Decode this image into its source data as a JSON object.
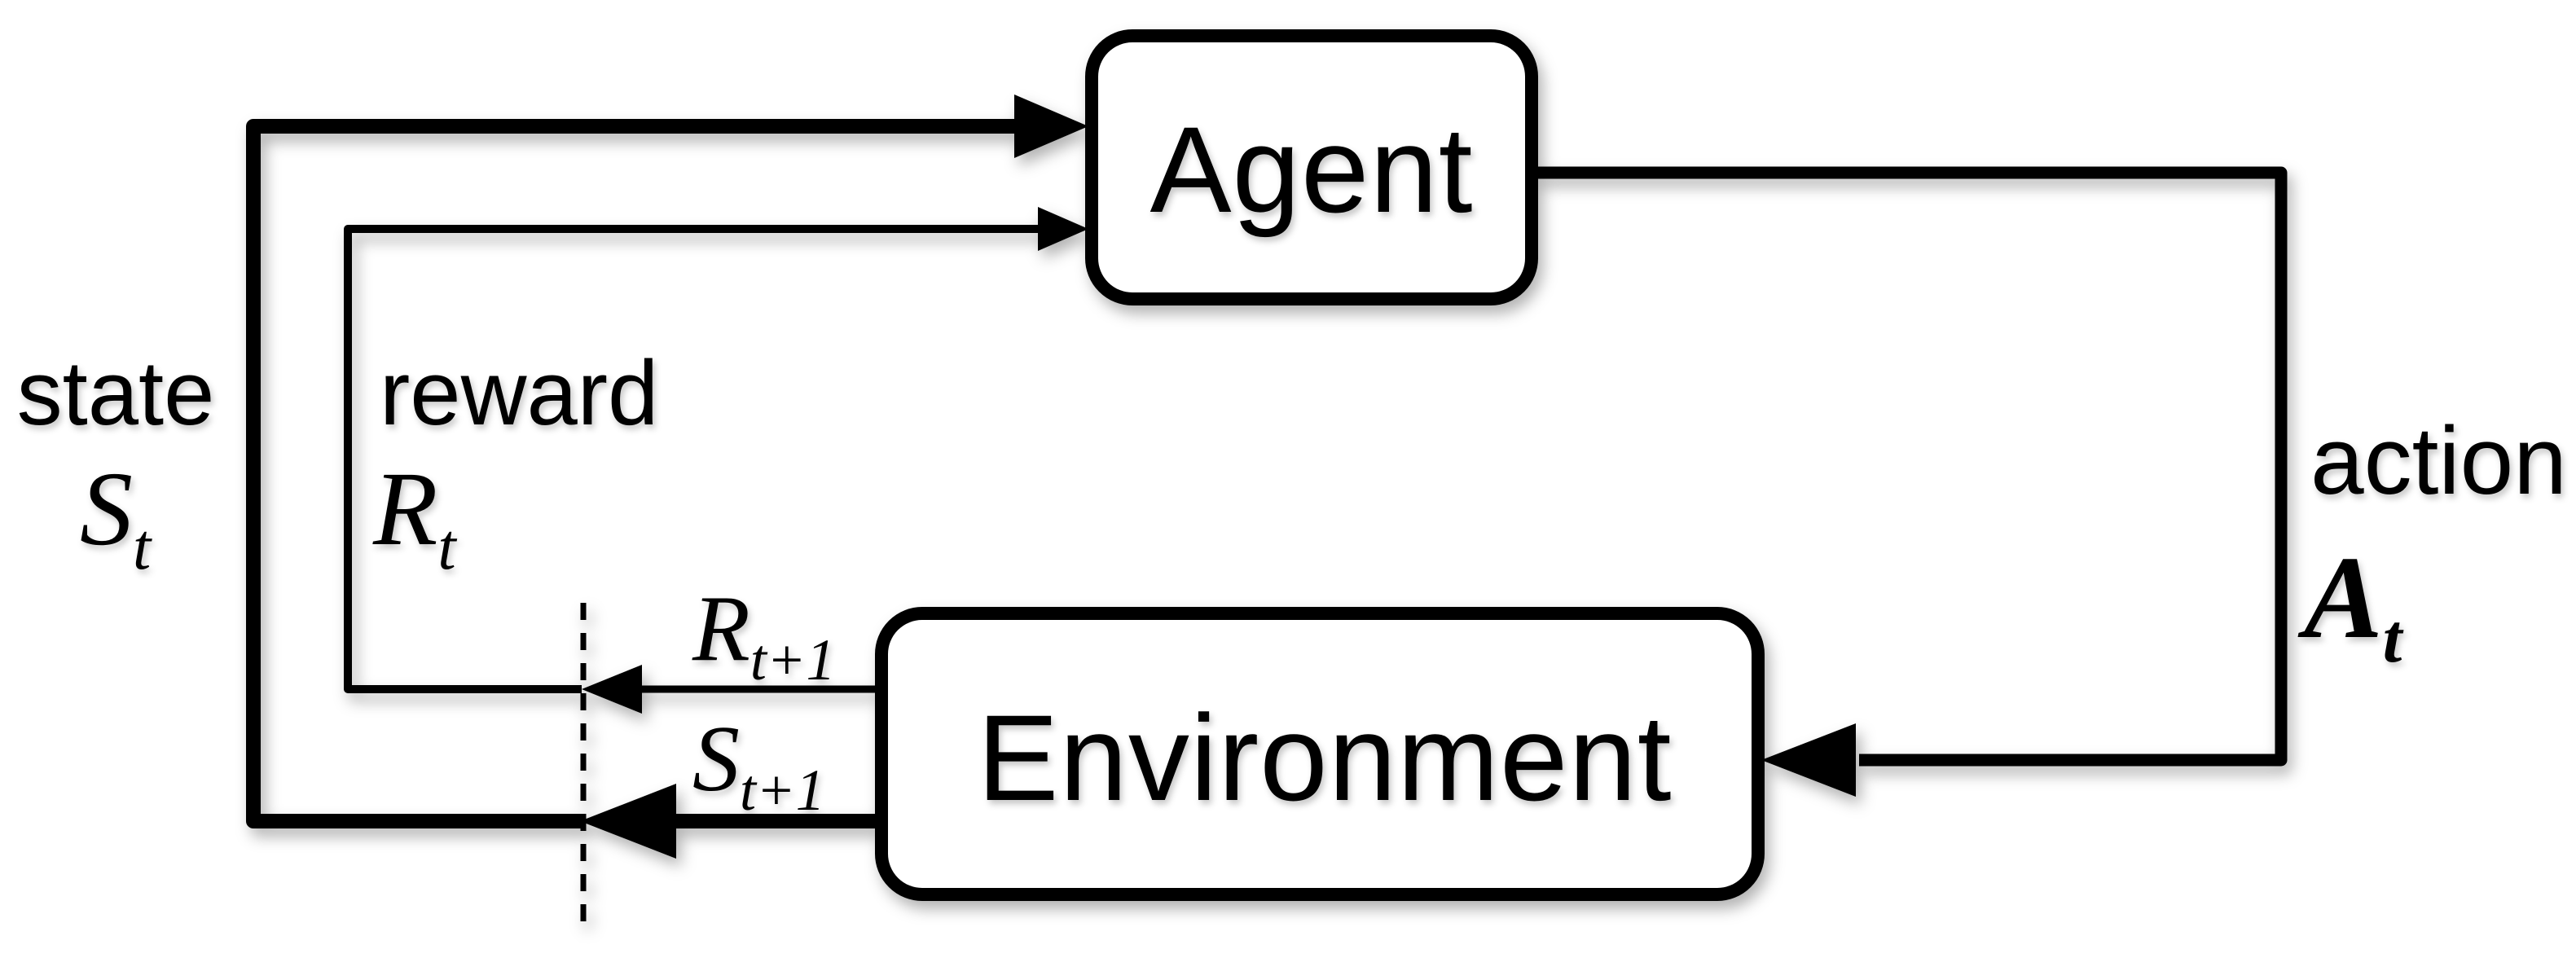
{
  "diagram": {
    "type": "reinforcement-learning-loop",
    "background_color": "#ffffff",
    "ink_color": "#000000",
    "nodes": {
      "agent": {
        "label": "Agent"
      },
      "environment": {
        "label": "Environment"
      }
    },
    "signals": {
      "state": {
        "name": "state",
        "symbol": "S",
        "subscript": "t"
      },
      "reward": {
        "name": "reward",
        "symbol": "R",
        "subscript": "t"
      },
      "action": {
        "name": "action",
        "symbol": "A",
        "subscript": "t"
      },
      "next_reward": {
        "symbol": "R",
        "subscript": "t+1"
      },
      "next_state": {
        "symbol": "S",
        "subscript": "t+1"
      }
    }
  }
}
